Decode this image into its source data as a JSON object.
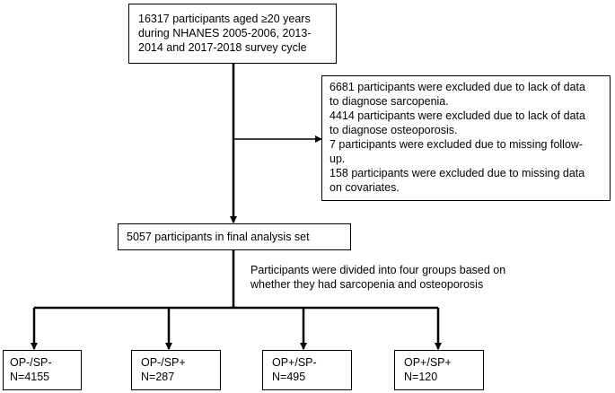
{
  "flowchart": {
    "start": {
      "lines": [
        "16317 participants aged ≥20 years",
        "during NHANES 2005-2006, 2013-",
        "2014 and 2017-2018 survey cycle"
      ]
    },
    "exclusions": {
      "lines": [
        "6681 participants were excluded due to lack of data",
        "to diagnose sarcopenia.",
        "4414 participants were excluded due to lack of data",
        "to diagnose osteoporosis.",
        "7 participants were excluded due to missing follow-",
        "up.",
        "158 participants were excluded due to missing data",
        "on covariates."
      ]
    },
    "final": {
      "label": "5057 participants in final analysis set"
    },
    "division_note": {
      "lines": [
        "Participants were divided into four groups based on",
        "whether they had sarcopenia and osteoporosis"
      ]
    },
    "groups": [
      {
        "name": "OP-/SP-",
        "n": "N=4155"
      },
      {
        "name": "OP-/SP+",
        "n": "N=287"
      },
      {
        "name": "OP+/SP-",
        "n": "N=495"
      },
      {
        "name": "OP+/SP+",
        "n": "N=120"
      }
    ]
  }
}
